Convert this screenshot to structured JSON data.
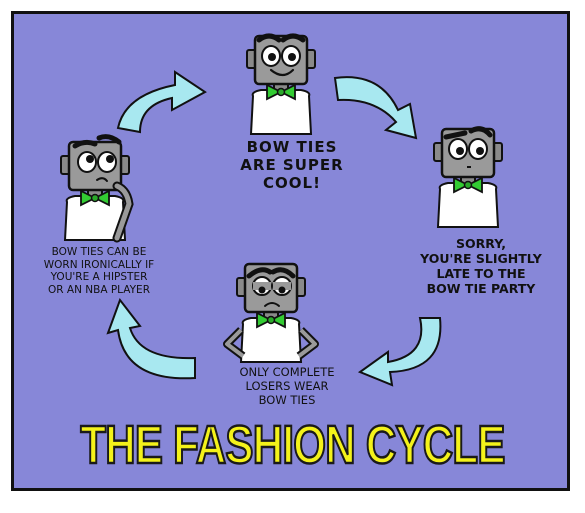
{
  "comic": {
    "title": "THE FASHION CYCLE",
    "stages": [
      {
        "caption": "BOW TIES\nARE SUPER\nCOOL!"
      },
      {
        "caption": "SORRY,\nYOU'RE SLIGHTLY\nLATE TO THE\nBOW TIE PARTY"
      },
      {
        "caption": "ONLY COMPLETE\nLOSERS WEAR\nBOW TIES"
      },
      {
        "caption": "BOW TIES CAN BE\nWORN IRONICALLY IF\nYOU'RE A HIPSTER\nOR AN NBA PLAYER"
      }
    ],
    "colors": {
      "background": "#8787d8",
      "title_fill": "#f4f21a",
      "bow_tie": "#33cc33",
      "arrow": "#a8e8f0",
      "robot_head": "#9a9a9a"
    },
    "icons": [
      "robot-character",
      "bow-tie-icon",
      "cycle-arrow"
    ]
  }
}
